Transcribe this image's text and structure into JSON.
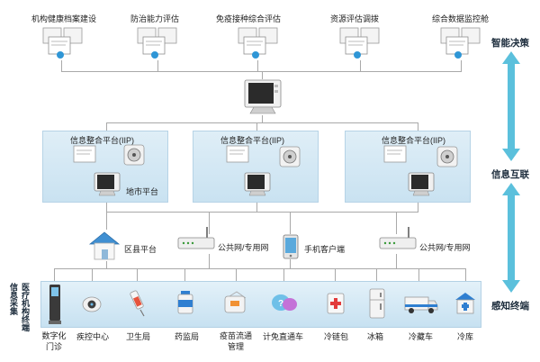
{
  "top_items": [
    "机构健康档案建设",
    "防治能力评估",
    "免疫接种综合评估",
    "资源评估调拨",
    "综合数据监控舱"
  ],
  "layers": {
    "decision": "智能决策",
    "interconnect": "信息互联",
    "sensing": "感知终端"
  },
  "platform_label": "信息整合平台(IIP)",
  "city_platform": "地市平台",
  "county_platform": "区县平台",
  "network": "公共网/专用网",
  "mobile_client": "手机客户端",
  "collection_label_1": "信息采集",
  "collection_label_2": "医疗机构终端",
  "terminals": [
    "数字化门诊",
    "疾控中心",
    "卫生局",
    "药监局",
    "疫苗流通管理",
    "计免直通车",
    "冷链包",
    "冰箱",
    "冷藏车",
    "冷库"
  ],
  "colors": {
    "arrow": "#5bc0dc",
    "panel": "#d4e8f4",
    "line": "#a9a9a9"
  }
}
